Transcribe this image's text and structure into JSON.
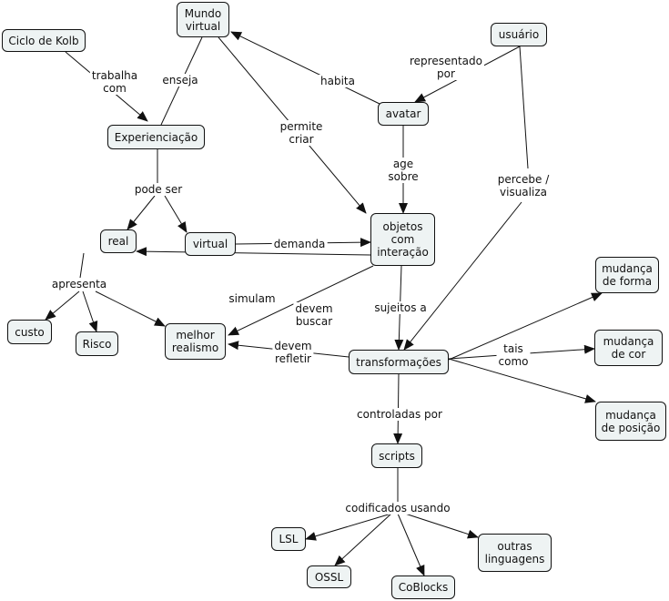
{
  "nodes": {
    "mundo_virtual": "Mundo\nvirtual",
    "ciclo_kolb": "Ciclo de Kolb",
    "usuario": "usuário",
    "experienciacao": "Experienciação",
    "avatar": "avatar",
    "real": "real",
    "virtual": "virtual",
    "objetos": "objetos\ncom\ninteração",
    "custo": "custo",
    "risco": "Risco",
    "melhor_realismo": "melhor\nrealismo",
    "transformacoes": "transformações",
    "mudanca_forma": "mudança\nde forma",
    "mudanca_cor": "mudança\nde cor",
    "mudanca_posicao": "mudança\nde posição",
    "scripts": "scripts",
    "lsl": "LSL",
    "ossl": "OSSL",
    "coblocks": "CoBlocks",
    "outras": "outras\nlinguagens"
  },
  "links": {
    "trabalha_com": "trabalha\ncom",
    "enseja": "enseja",
    "habita": "habita",
    "representado_por": "representado\npor",
    "permite_criar": "permite\ncriar",
    "age_sobre": "age\nsobre",
    "percebe_visualiza": "percebe /\nvisualiza",
    "pode_ser": "pode ser",
    "demanda": "demanda",
    "apresenta": "apresenta",
    "simulam": "simulam",
    "devem_buscar": "devem\nbuscar",
    "sujeitos_a": "sujeitos a",
    "devem_refletir": "devem\nrefletir",
    "tais_como": "tais\ncomo",
    "controladas_por": "controladas por",
    "codificados_usando": "codificados usando"
  }
}
